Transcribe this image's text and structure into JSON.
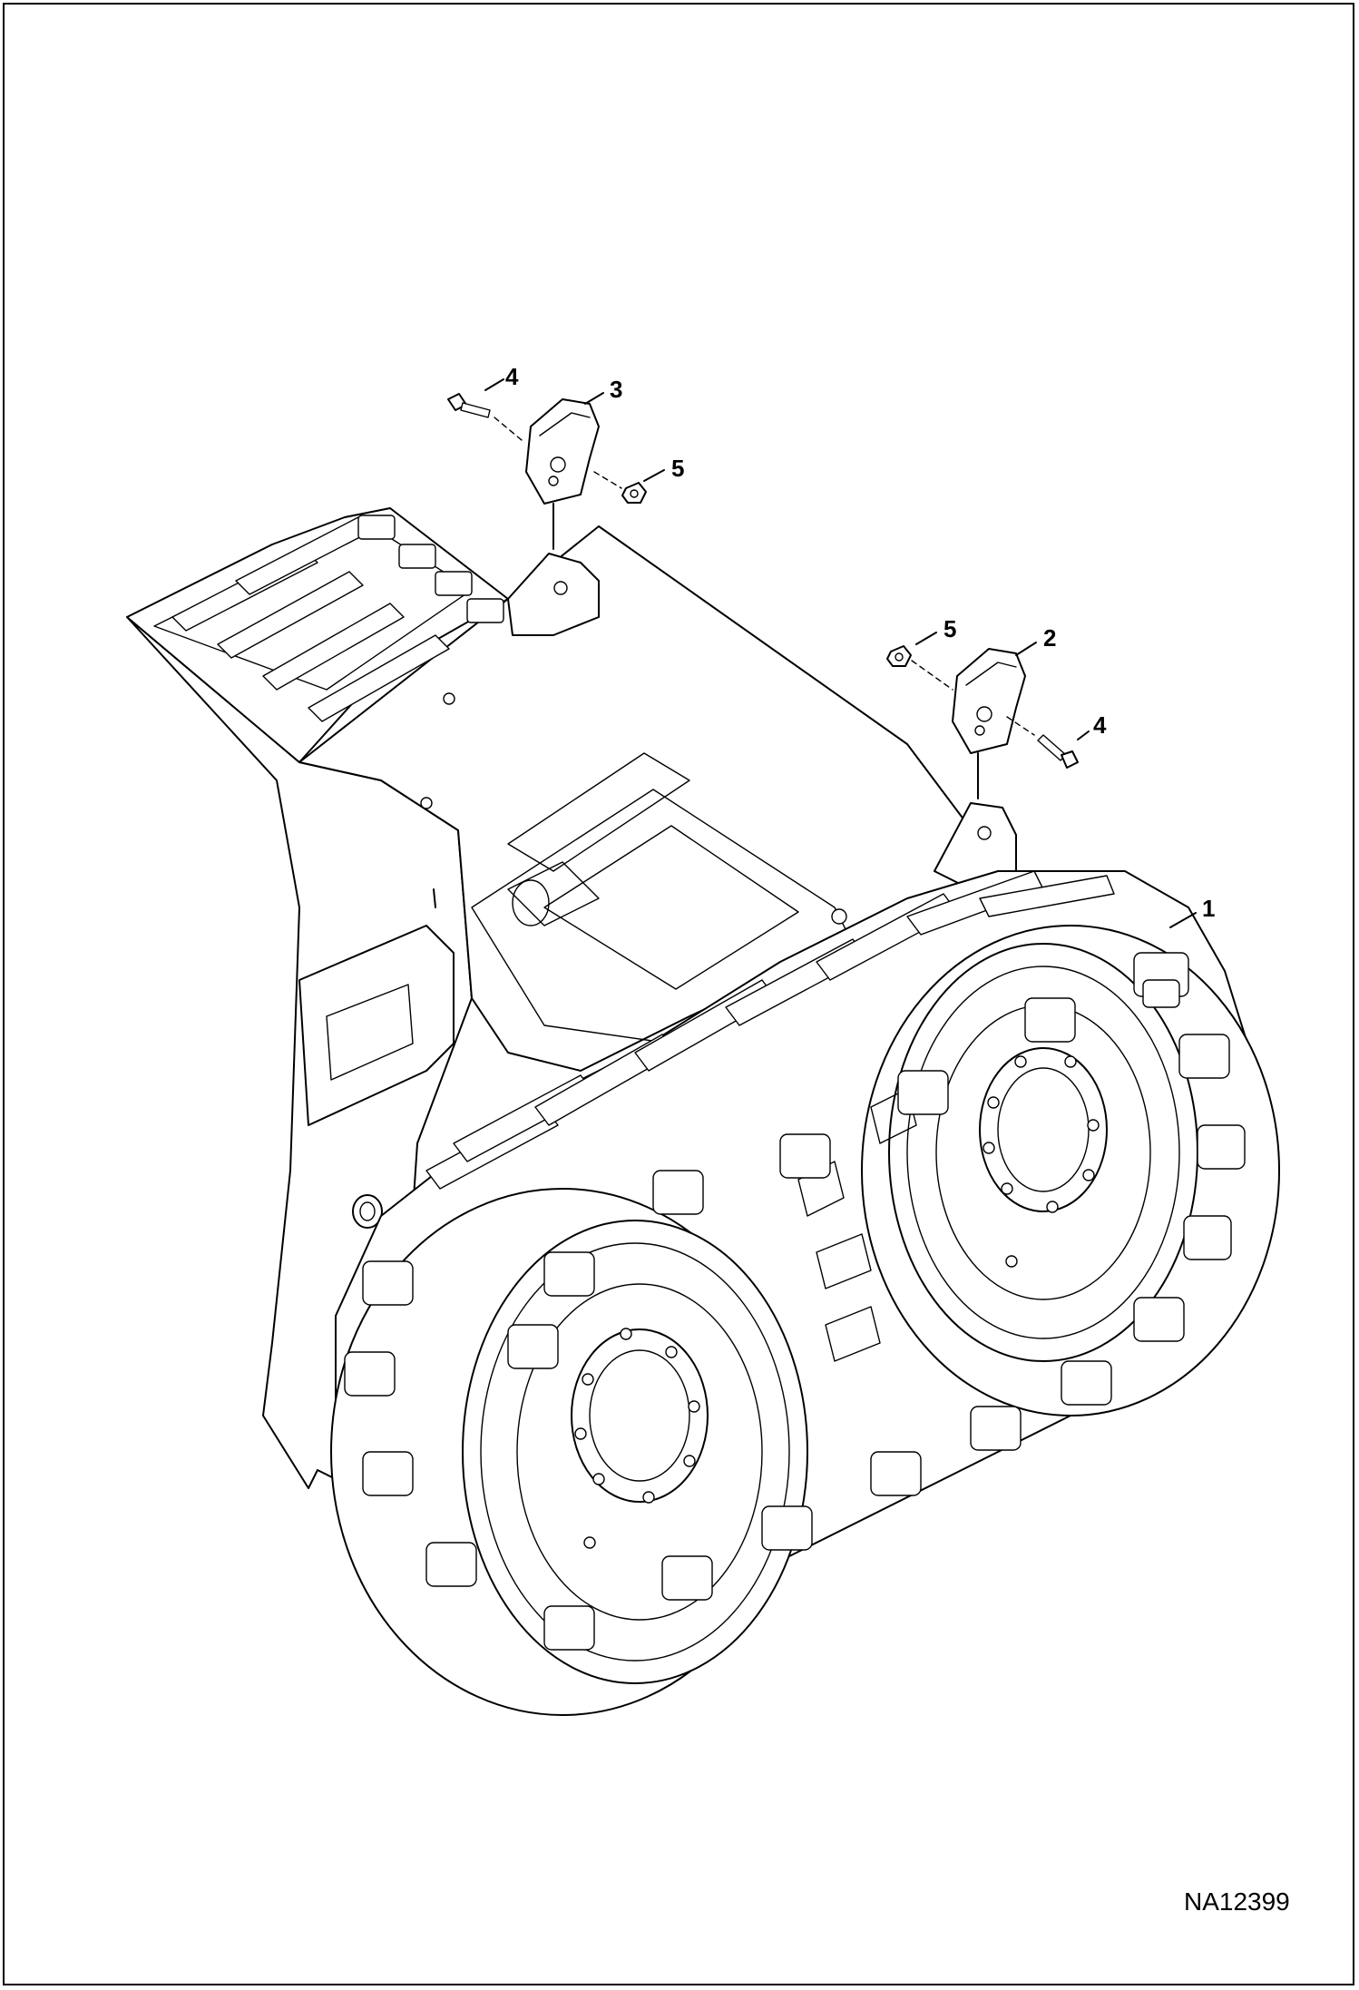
{
  "figure": {
    "drawing_id": "NA12399"
  },
  "callouts": [
    {
      "label": "1"
    },
    {
      "label": "2"
    },
    {
      "label": "3"
    },
    {
      "label": "4"
    },
    {
      "label": "4"
    },
    {
      "label": "5"
    },
    {
      "label": "5"
    }
  ]
}
